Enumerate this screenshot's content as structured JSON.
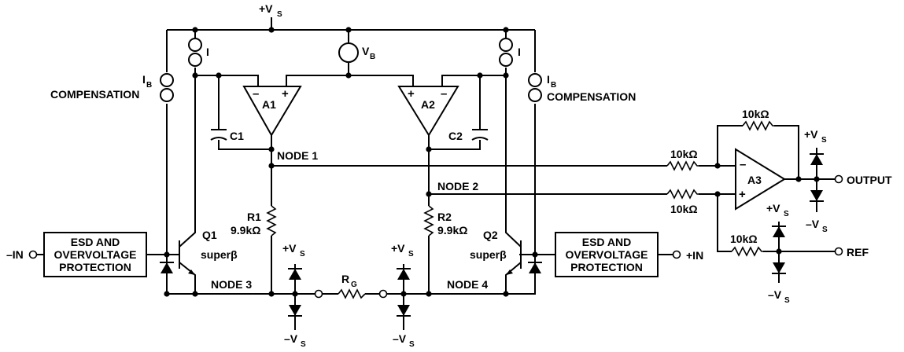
{
  "labels": {
    "supply_top": "+V",
    "supply_sub": "S",
    "vb": "V",
    "vb_sub": "B",
    "i_left": "I",
    "i_right": "I",
    "ib": "I",
    "ib_sub": "B",
    "compensation": "COMPENSATION",
    "a1": "A1",
    "a2": "A2",
    "a3": "A3",
    "plus": "+",
    "minus": "–",
    "c1": "C1",
    "c2": "C2",
    "node1": "NODE 1",
    "node2": "NODE 2",
    "node3": "NODE 3",
    "node4": "NODE 4",
    "r1": "R1",
    "r1_val": "9.9kΩ",
    "r2": "R2",
    "r2_val": "9.9kΩ",
    "q1": "Q1",
    "q2": "Q2",
    "superbeta": "superβ",
    "rg": "R",
    "rg_sub": "G",
    "pos_supply": "+V",
    "neg_supply": "–V",
    "s_sub": "S",
    "r10k": "10kΩ",
    "esd_line1": "ESD AND",
    "esd_line2": "OVERVOLTAGE",
    "esd_line3": "PROTECTION",
    "in_minus": "–IN",
    "in_plus": "+IN",
    "output": "OUTPUT",
    "ref": "REF"
  }
}
